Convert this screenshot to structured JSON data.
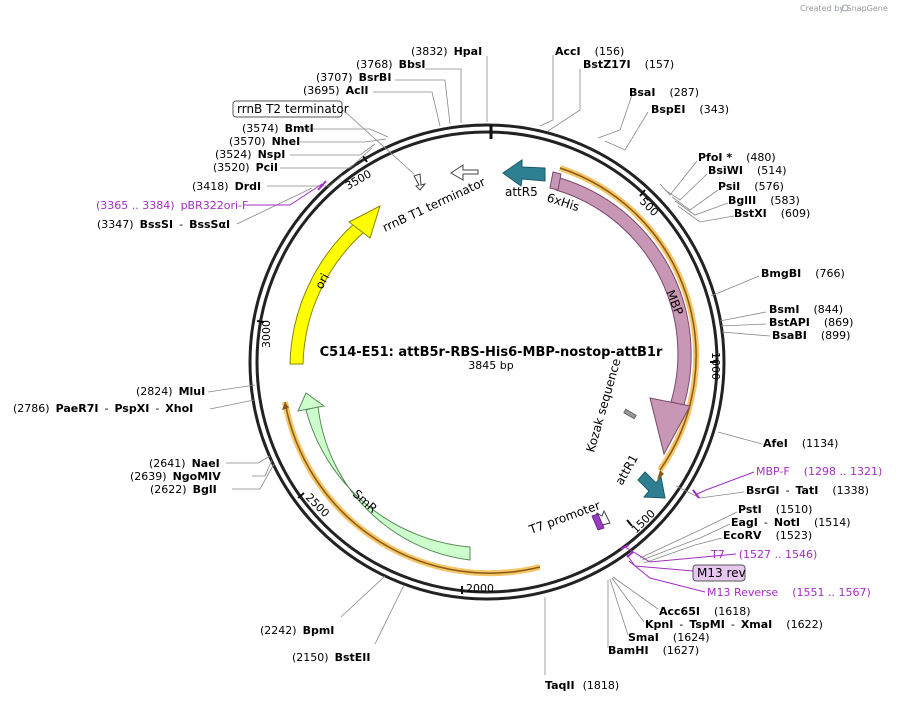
{
  "credit": "Created by SnapGene",
  "title": "C514-E51: attB5r-RBS-His6-MBP-nostop-attB1r",
  "size_label": "3845 bp",
  "ticks": [
    "500",
    "1000",
    "1500",
    "2000",
    "2500",
    "3000",
    "3500"
  ],
  "features": {
    "attr5": "attR5",
    "his": "6xHis",
    "mbp": "MBP",
    "kozak": "Kozak sequence",
    "attr1": "attR1",
    "t7p": "T7 promoter",
    "smr": "SmR",
    "ori": "ori",
    "t1": "rrnB T1 terminator",
    "t2": "rrnB T2 terminator"
  },
  "sites": [
    {
      "id": "hpai",
      "pos": "(3832)",
      "name": "HpaI"
    },
    {
      "id": "bbsi",
      "pos": "(3768)",
      "name": "BbsI"
    },
    {
      "id": "bsrbi",
      "pos": "(3707)",
      "name": "BsrBI"
    },
    {
      "id": "acli",
      "pos": "(3695)",
      "name": "AclI"
    },
    {
      "id": "bmti",
      "pos": "(3574)",
      "name": "BmtI"
    },
    {
      "id": "nhei",
      "pos": "(3570)",
      "name": "NheI"
    },
    {
      "id": "nspi",
      "pos": "(3524)",
      "name": "NspI"
    },
    {
      "id": "pcii",
      "pos": "(3520)",
      "name": "PciI"
    },
    {
      "id": "drdi",
      "pos": "(3418)",
      "name": "DrdI"
    },
    {
      "id": "bsssi",
      "pos": "(3347)",
      "name": "BssSI",
      "alt": "BssSαI"
    },
    {
      "id": "mlui",
      "pos": "(2824)",
      "name": "MluI"
    },
    {
      "id": "paer7i",
      "pos": "(2786)",
      "name": "PaeR7I",
      "alt": "PspXI",
      "alt2": "XhoI"
    },
    {
      "id": "naei",
      "pos": "(2641)",
      "name": "NaeI"
    },
    {
      "id": "ngomiv",
      "pos": "(2639)",
      "name": "NgoMIV"
    },
    {
      "id": "bgli",
      "pos": "(2622)",
      "name": "BglI"
    },
    {
      "id": "bpmi",
      "pos": "(2242)",
      "name": "BpmI"
    },
    {
      "id": "bsteii",
      "pos": "(2150)",
      "name": "BstEII"
    },
    {
      "id": "taqii",
      "pos": "(1818)",
      "name": "TaqII"
    },
    {
      "id": "acci",
      "pos": "(156)",
      "name": "AccI"
    },
    {
      "id": "bstz17i",
      "pos": "(157)",
      "name": "BstZ17I"
    },
    {
      "id": "bsai",
      "pos": "(287)",
      "name": "BsaI"
    },
    {
      "id": "bspei",
      "pos": "(343)",
      "name": "BspEI"
    },
    {
      "id": "pfoi",
      "pos": "(480)",
      "name": "PfoI *"
    },
    {
      "id": "bsiwi",
      "pos": "(514)",
      "name": "BsiWI"
    },
    {
      "id": "psii",
      "pos": "(576)",
      "name": "PsiI"
    },
    {
      "id": "bglii",
      "pos": "(583)",
      "name": "BglII"
    },
    {
      "id": "bstxi",
      "pos": "(609)",
      "name": "BstXI"
    },
    {
      "id": "bmgbi",
      "pos": "(766)",
      "name": "BmgBI"
    },
    {
      "id": "bsmi",
      "pos": "(844)",
      "name": "BsmI"
    },
    {
      "id": "bstapi",
      "pos": "(869)",
      "name": "BstAPI"
    },
    {
      "id": "bsabi",
      "pos": "(899)",
      "name": "BsaBI"
    },
    {
      "id": "afei",
      "pos": "(1134)",
      "name": "AfeI"
    },
    {
      "id": "bsrgi",
      "pos": "(1338)",
      "name": "BsrGI",
      "alt": "TatI"
    },
    {
      "id": "psti",
      "pos": "(1510)",
      "name": "PstI"
    },
    {
      "id": "eagi",
      "pos": "(1514)",
      "name": "EagI",
      "alt": "NotI"
    },
    {
      "id": "ecorv",
      "pos": "(1523)",
      "name": "EcoRV"
    },
    {
      "id": "acc65i",
      "pos": "(1618)",
      "name": "Acc65I"
    },
    {
      "id": "kpni",
      "pos": "(1622)",
      "name": "KpnI",
      "alt": "TspMI",
      "alt2": "XmaI"
    },
    {
      "id": "smai",
      "pos": "(1624)",
      "name": "SmaI"
    },
    {
      "id": "bamhi",
      "pos": "(1627)",
      "name": "BamHI"
    }
  ],
  "primers": {
    "mbpf": {
      "name": "MBP-F",
      "range": "(1298 .. 1321)"
    },
    "t7": {
      "name": "T7",
      "range": "(1527 .. 1546)"
    },
    "m13box": "M13 rev",
    "m13rev": {
      "name": "M13 Reverse",
      "range": "(1551 .. 1567)"
    },
    "pbr": {
      "name": "pBR322ori-F",
      "range": "(3365 .. 3384)"
    }
  },
  "colors": {
    "backbone": "#222222",
    "mbp": "#c897b5",
    "att": "#2e7f92",
    "ori": "#ffff00",
    "smr": "#ccffcc",
    "primer": "#a12ec0",
    "orf": "#f5a623",
    "m13box_fill": "#e7c6f0"
  }
}
